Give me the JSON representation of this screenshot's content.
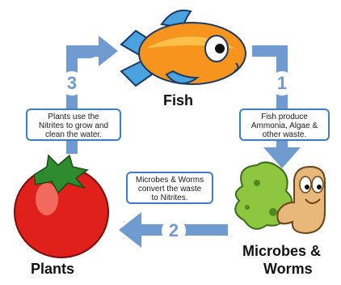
{
  "nodes": {
    "fish": "Fish",
    "plants": "Plants",
    "microbes_line1": "Microbes &",
    "microbes_line2": "Worms"
  },
  "steps": [
    {
      "number": "1",
      "lines": [
        "Fish produce",
        "Ammonia, Algae &",
        "other waste."
      ]
    },
    {
      "number": "2",
      "lines": [
        "Microbes & Worms",
        "convert the waste",
        "to Nitrites."
      ]
    },
    {
      "number": "3",
      "lines": [
        "Plants use the",
        "Nitrites to grow and",
        "clean the water."
      ]
    }
  ],
  "colors": {
    "arrow": "#6f9bd1",
    "box_border": "#3b7fc4",
    "fish_body": "#f7941d",
    "tomato": "#e0201b",
    "microbe": "#8dc63f",
    "worm": "#e8b87a"
  }
}
